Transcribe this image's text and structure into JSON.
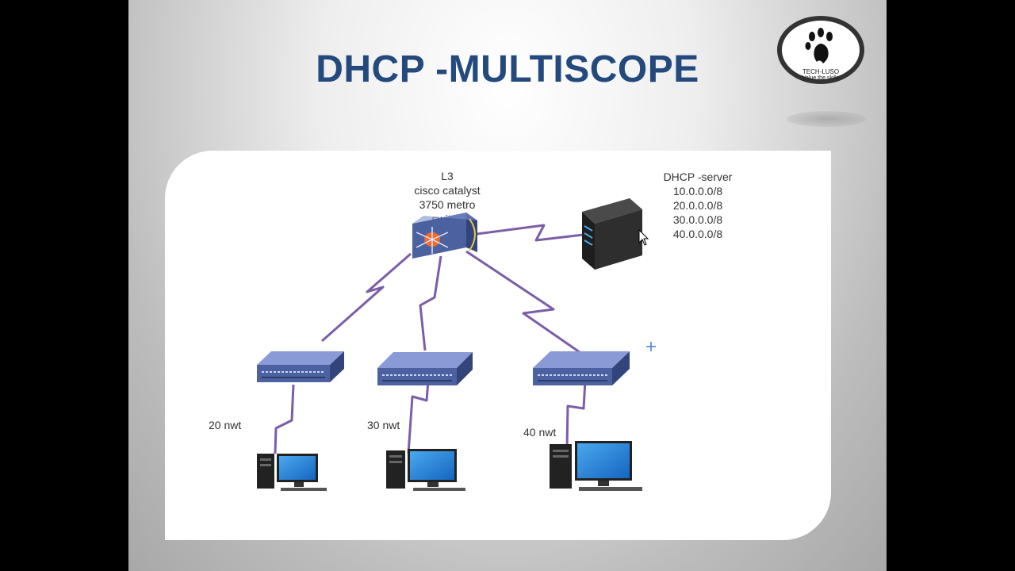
{
  "slide": {
    "title": "DHCP -MULTISCOPE"
  },
  "logo": {
    "name": "TECH-LUSO",
    "tagline": "Value the skills"
  },
  "diagram": {
    "core_switch": {
      "lines": [
        "L3",
        "cisco catalyst",
        "3750 metro",
        "switch"
      ]
    },
    "dhcp_server": {
      "label": "DHCP -server",
      "scopes": [
        "10.0.0.0/8",
        "20.0.0.0/8",
        "30.0.0.0/8",
        "40.0.0.0/8"
      ]
    },
    "networks": [
      {
        "label": "20 nwt"
      },
      {
        "label": "30 nwt"
      },
      {
        "label": "40 nwt"
      }
    ]
  },
  "colors": {
    "title": "#24497d",
    "link": "#7b5ea7",
    "switch": "#5a6fae",
    "server": "#2c2c2c",
    "monitor": "#1e88d8"
  }
}
